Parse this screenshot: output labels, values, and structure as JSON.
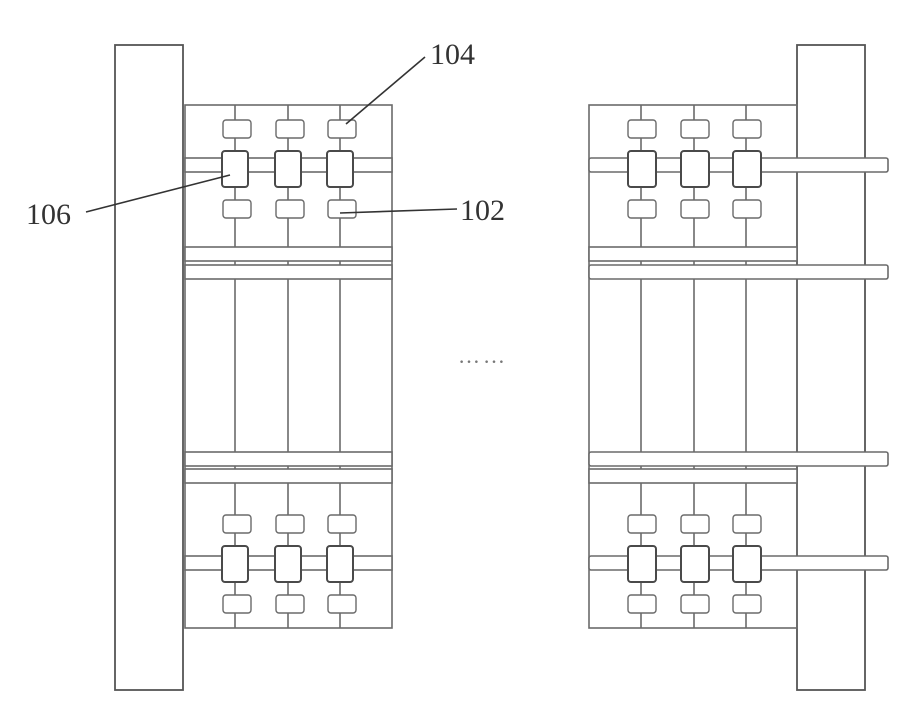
{
  "labels": {
    "ref_104": "104",
    "ref_106": "106",
    "ref_102": "102",
    "ellipsis": "……"
  }
}
